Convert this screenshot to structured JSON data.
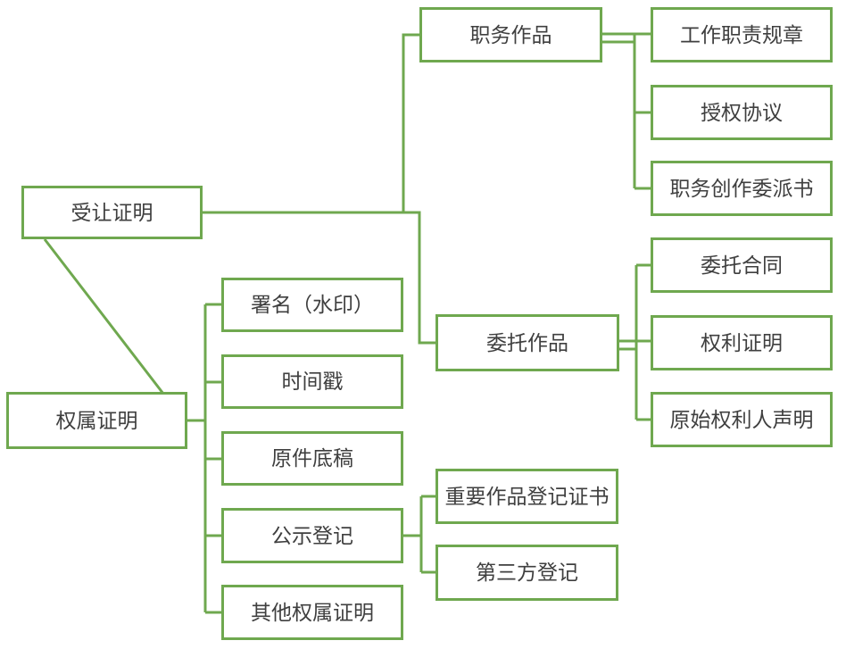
{
  "diagram": {
    "colors": {
      "accent_green": "#6FA84F",
      "text": "#3F3F3F",
      "background": "#FFFFFF"
    },
    "nodes": {
      "transfer_proof": {
        "label": "受让证明"
      },
      "ownership_proof": {
        "label": "权属证明"
      },
      "signature_watermark": {
        "label": "署名（水印）"
      },
      "timestamp": {
        "label": "时间戳"
      },
      "original_draft": {
        "label": "原件底稿"
      },
      "public_registration": {
        "label": "公示登记"
      },
      "other_ownership_proof": {
        "label": "其他权属证明"
      },
      "important_work_cert": {
        "label": "重要作品登记证书"
      },
      "third_party_registration": {
        "label": "第三方登记"
      },
      "work_for_hire": {
        "label": "职务作品"
      },
      "job_duty_regulations": {
        "label": "工作职责规章"
      },
      "authorization_agreement": {
        "label": "授权协议"
      },
      "assignment_letter": {
        "label": "职务创作委派书"
      },
      "commissioned_work": {
        "label": "委托作品"
      },
      "commission_contract": {
        "label": "委托合同"
      },
      "rights_proof": {
        "label": "权利证明"
      },
      "original_holder_statement": {
        "label": "原始权利人声明"
      }
    },
    "edges": [
      {
        "from": "transfer_proof",
        "to": "work_for_hire"
      },
      {
        "from": "transfer_proof",
        "to": "commissioned_work"
      },
      {
        "from": "transfer_proof",
        "to": "ownership_proof"
      },
      {
        "from": "ownership_proof",
        "to": "signature_watermark"
      },
      {
        "from": "ownership_proof",
        "to": "timestamp"
      },
      {
        "from": "ownership_proof",
        "to": "original_draft"
      },
      {
        "from": "ownership_proof",
        "to": "public_registration"
      },
      {
        "from": "ownership_proof",
        "to": "other_ownership_proof"
      },
      {
        "from": "public_registration",
        "to": "important_work_cert"
      },
      {
        "from": "public_registration",
        "to": "third_party_registration"
      },
      {
        "from": "work_for_hire",
        "to": "job_duty_regulations"
      },
      {
        "from": "work_for_hire",
        "to": "authorization_agreement"
      },
      {
        "from": "work_for_hire",
        "to": "assignment_letter"
      },
      {
        "from": "commissioned_work",
        "to": "commission_contract"
      },
      {
        "from": "commissioned_work",
        "to": "rights_proof"
      },
      {
        "from": "commissioned_work",
        "to": "original_holder_statement"
      }
    ]
  }
}
